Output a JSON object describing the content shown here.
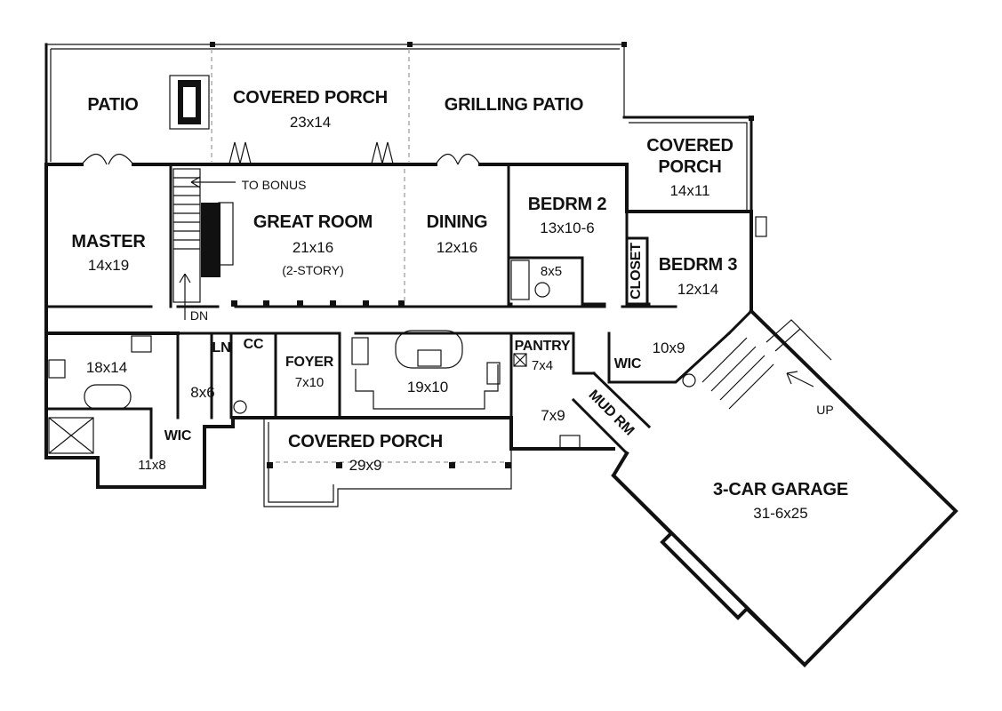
{
  "rooms": {
    "patio": {
      "name": "PATIO"
    },
    "covered_porch_rear": {
      "name": "COVERED PORCH",
      "dim": "23x14"
    },
    "grilling_patio": {
      "name": "GRILLING PATIO"
    },
    "covered_porch_side": {
      "name_line1": "COVERED",
      "name_line2": "PORCH",
      "dim": "14x11"
    },
    "master": {
      "name": "MASTER",
      "dim": "14x19"
    },
    "great_room": {
      "name": "GREAT ROOM",
      "dim": "21x16",
      "note": "(2-STORY)"
    },
    "dining": {
      "name": "DINING",
      "dim": "12x16"
    },
    "bedrm2": {
      "name": "BEDRM 2",
      "dim": "13x10-6"
    },
    "bath2": {
      "dim": "8x5"
    },
    "closet": {
      "name": "CLOSET"
    },
    "bedrm3": {
      "name": "BEDRM 3",
      "dim": "12x14"
    },
    "master_bath": {
      "dim": "18x14"
    },
    "hall_bath": {
      "dim": "8x6"
    },
    "ln": {
      "name": "LN"
    },
    "cc": {
      "name": "CC"
    },
    "foyer": {
      "name": "FOYER",
      "dim": "7x10"
    },
    "kitchen": {
      "dim": "19x10"
    },
    "pantry": {
      "name": "PANTRY",
      "dim": "7x4"
    },
    "wic_bed3": {
      "name": "WIC"
    },
    "bath3": {
      "dim": "10x9"
    },
    "mud_rm": {
      "name": "MUD RM"
    },
    "laundry": {
      "dim": "7x9"
    },
    "wic_master": {
      "name": "WIC",
      "dim": "11x8"
    },
    "covered_porch_front": {
      "name": "COVERED PORCH",
      "dim": "29x9"
    },
    "garage": {
      "name": "3-CAR GARAGE",
      "dim": "31-6x25"
    }
  },
  "annotations": {
    "to_bonus": "TO BONUS",
    "dn": "DN",
    "up": "UP"
  }
}
